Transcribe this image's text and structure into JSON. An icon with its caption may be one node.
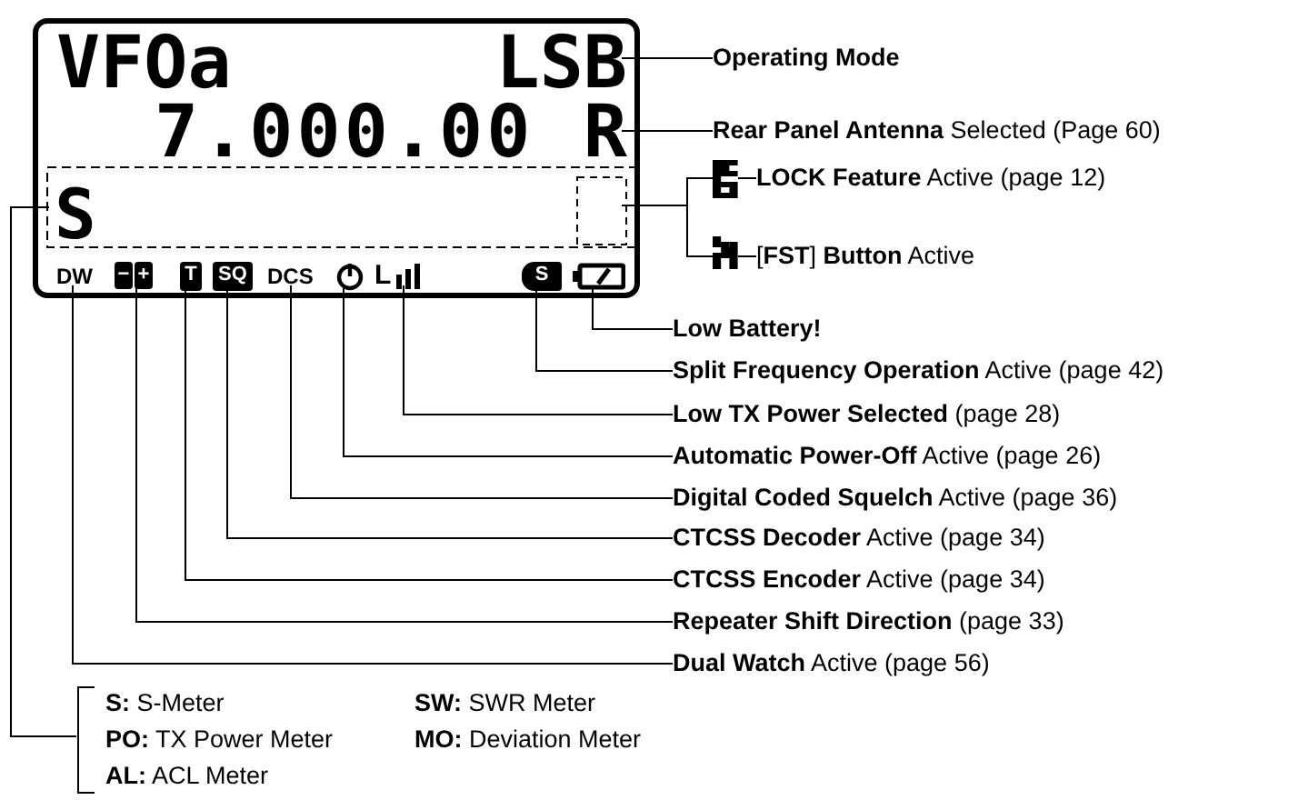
{
  "diagram": {
    "nodes": [
      {
        "text": [],
        "shape": "box"
      },
      {
        "text": [
          "VFOa"
        ],
        "in": 0
      },
      {
        "text": [
          "LSB"
        ],
        "in": 0
      },
      {
        "text": [
          "7.000.00"
        ],
        "in": 0
      },
      {
        "text": [
          "R"
        ],
        "in": 0
      },
      {
        "text": [
          "S"
        ],
        "in": 0
      },
      {
        "text": [],
        "shape": "box",
        "in": 0
      },
      {
        "text": [
          "DW"
        ],
        "in": 0
      },
      {
        "text": [
          "−",
          "+"
        ],
        "in": 0
      },
      {
        "text": [
          "T"
        ],
        "in": 0
      },
      {
        "text": [
          "SQ"
        ],
        "in": 0
      },
      {
        "text": [
          "DCS"
        ],
        "in": 0
      },
      {
        "text": [],
        "shape": "clock",
        "in": 0
      },
      {
        "text": [
          "L"
        ],
        "in": 0
      },
      {
        "text": [
          "S"
        ],
        "in": 0
      },
      {
        "text": [],
        "shape": "battery",
        "in": 0
      },
      {
        "text": [],
        "shape": "glyph"
      },
      {
        "text": [],
        "shape": "glyph"
      },
      {
        "text": [
          "Operating Mode"
        ]
      },
      {
        "text": [
          "**Rear Panel Antenna** Selected (Page 60)"
        ]
      },
      {
        "text": [
          "**LOCK Feature** Active (page 12)"
        ]
      },
      {
        "text": [
          "[**FST**] **Button** Active"
        ]
      },
      {
        "text": [
          "Low Battery!"
        ]
      },
      {
        "text": [
          "**Split Frequency Operation** Active (page 42)"
        ]
      },
      {
        "text": [
          "**Low TX Power Selected** (page 28)"
        ]
      },
      {
        "text": [
          "**Automatic Power-Off** Active (page 26)"
        ]
      },
      {
        "text": [
          "**Digital Coded Squelch** Active (page 36)"
        ]
      },
      {
        "text": [
          "**CTCSS Decoder** Active (page 34)"
        ]
      },
      {
        "text": [
          "**CTCSS Encoder** Active (page 34)"
        ]
      },
      {
        "text": [
          "**Repeater Shift Direction** (page 33)"
        ]
      },
      {
        "text": [
          "**Dual Watch** Active (page 56)"
        ]
      },
      {
        "text": [
          "**S:** S-Meter",
          "**PO:** TX Power Meter",
          "**AL:** ACL Meter",
          "**SW:** SWR Meter",
          "**MO:** Deviation Meter"
        ]
      }
    ],
    "edges": [
      {
        "from": 2,
        "to": 18,
        "arrow": "none"
      },
      {
        "from": 4,
        "to": 19,
        "arrow": "none"
      },
      {
        "from": 6,
        "to": 16,
        "arrow": "none"
      },
      {
        "from": 6,
        "to": 17,
        "arrow": "none"
      },
      {
        "from": 16,
        "to": 20,
        "arrow": "none"
      },
      {
        "from": 17,
        "to": 21,
        "arrow": "none"
      },
      {
        "from": 15,
        "to": 22,
        "arrow": "none"
      },
      {
        "from": 14,
        "to": 23,
        "arrow": "none"
      },
      {
        "from": 13,
        "to": 24,
        "arrow": "none"
      },
      {
        "from": 12,
        "to": 25,
        "arrow": "none"
      },
      {
        "from": 11,
        "to": 26,
        "arrow": "none"
      },
      {
        "from": 10,
        "to": 27,
        "arrow": "none"
      },
      {
        "from": 9,
        "to": 28,
        "arrow": "none"
      },
      {
        "from": 8,
        "to": 29,
        "arrow": "none"
      },
      {
        "from": 7,
        "to": 30,
        "arrow": "none"
      },
      {
        "from": 5,
        "to": 31,
        "arrow": "none"
      }
    ]
  }
}
